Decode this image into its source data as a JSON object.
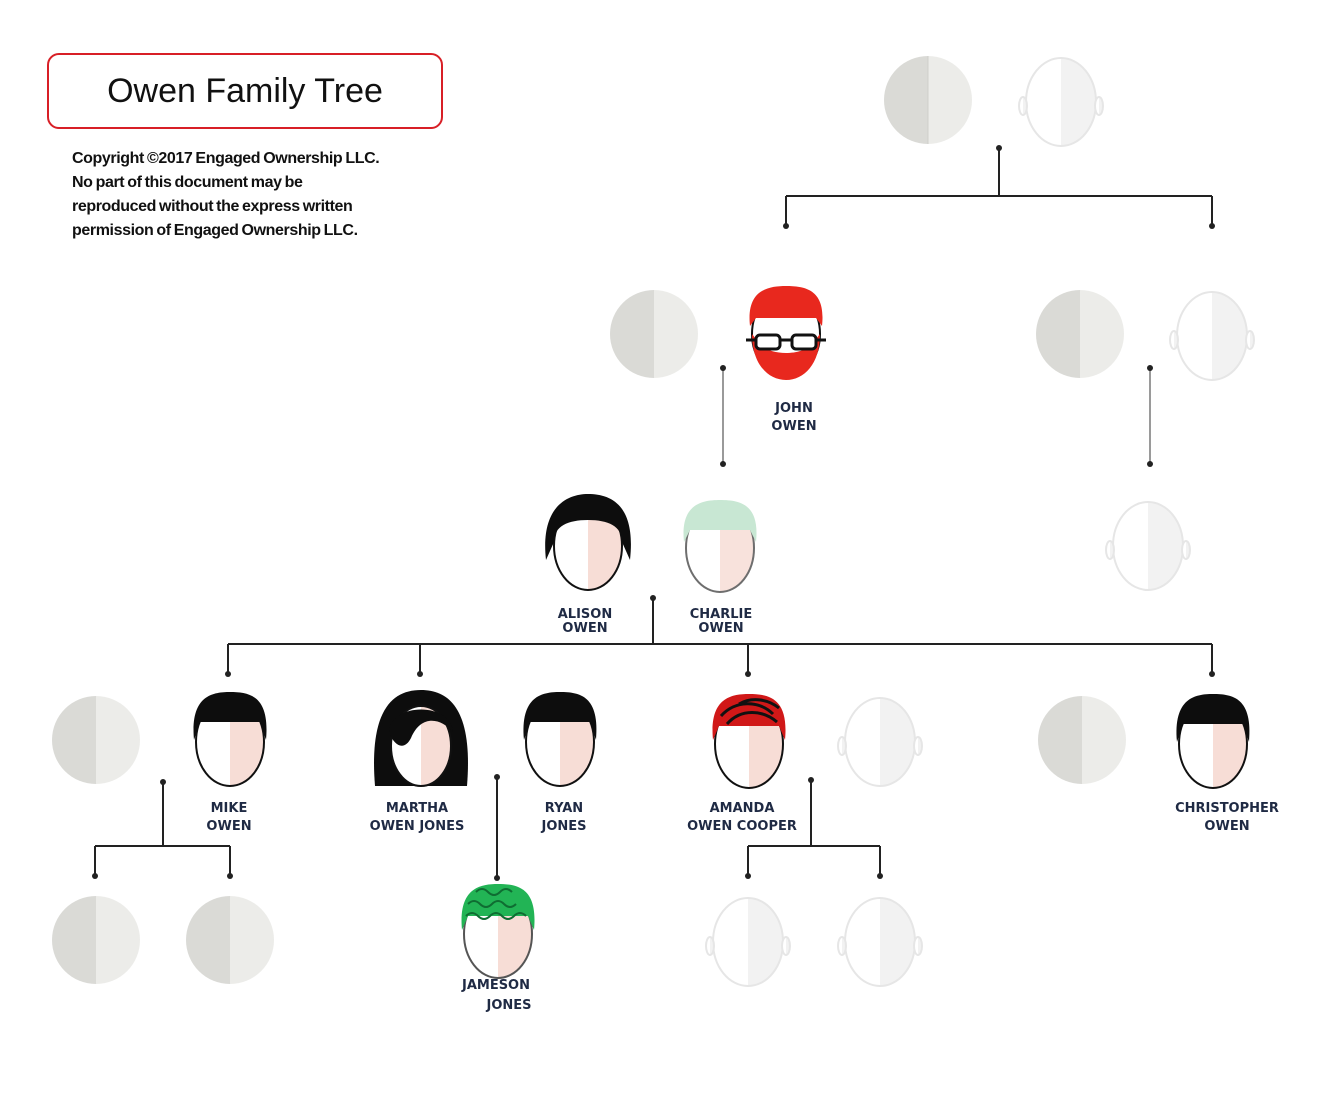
{
  "title": "Owen Family Tree",
  "copyright": [
    "Copyright ©2017 Engaged Ownership LLC.",
    "No part of this document may be",
    "reproduced without the express written",
    "permission of Engaged Ownership LLC."
  ],
  "people": {
    "john": [
      "JOHN",
      "OWEN"
    ],
    "alison": [
      "ALISON",
      "OWEN"
    ],
    "charlie": [
      "CHARLIE",
      "OWEN"
    ],
    "mike": [
      "MIKE",
      "OWEN"
    ],
    "martha": [
      "MARTHA",
      "OWEN JONES"
    ],
    "ryan": [
      "RYAN",
      "JONES"
    ],
    "amanda": [
      "AMANDA",
      "OWEN COOPER"
    ],
    "christopher": [
      "CHRISTOPHER",
      "OWEN"
    ],
    "jameson": [
      "JAMESON",
      "JONES"
    ]
  },
  "colors": {
    "title_border": "#d81f26",
    "john_hair": "#e8281e",
    "charlie_hair": "#bfe3cc",
    "amanda_hair": "#d01818",
    "jameson_hair": "#22b455",
    "dark_hair": "#0d0d0d",
    "placeholder": "#dadad6"
  }
}
